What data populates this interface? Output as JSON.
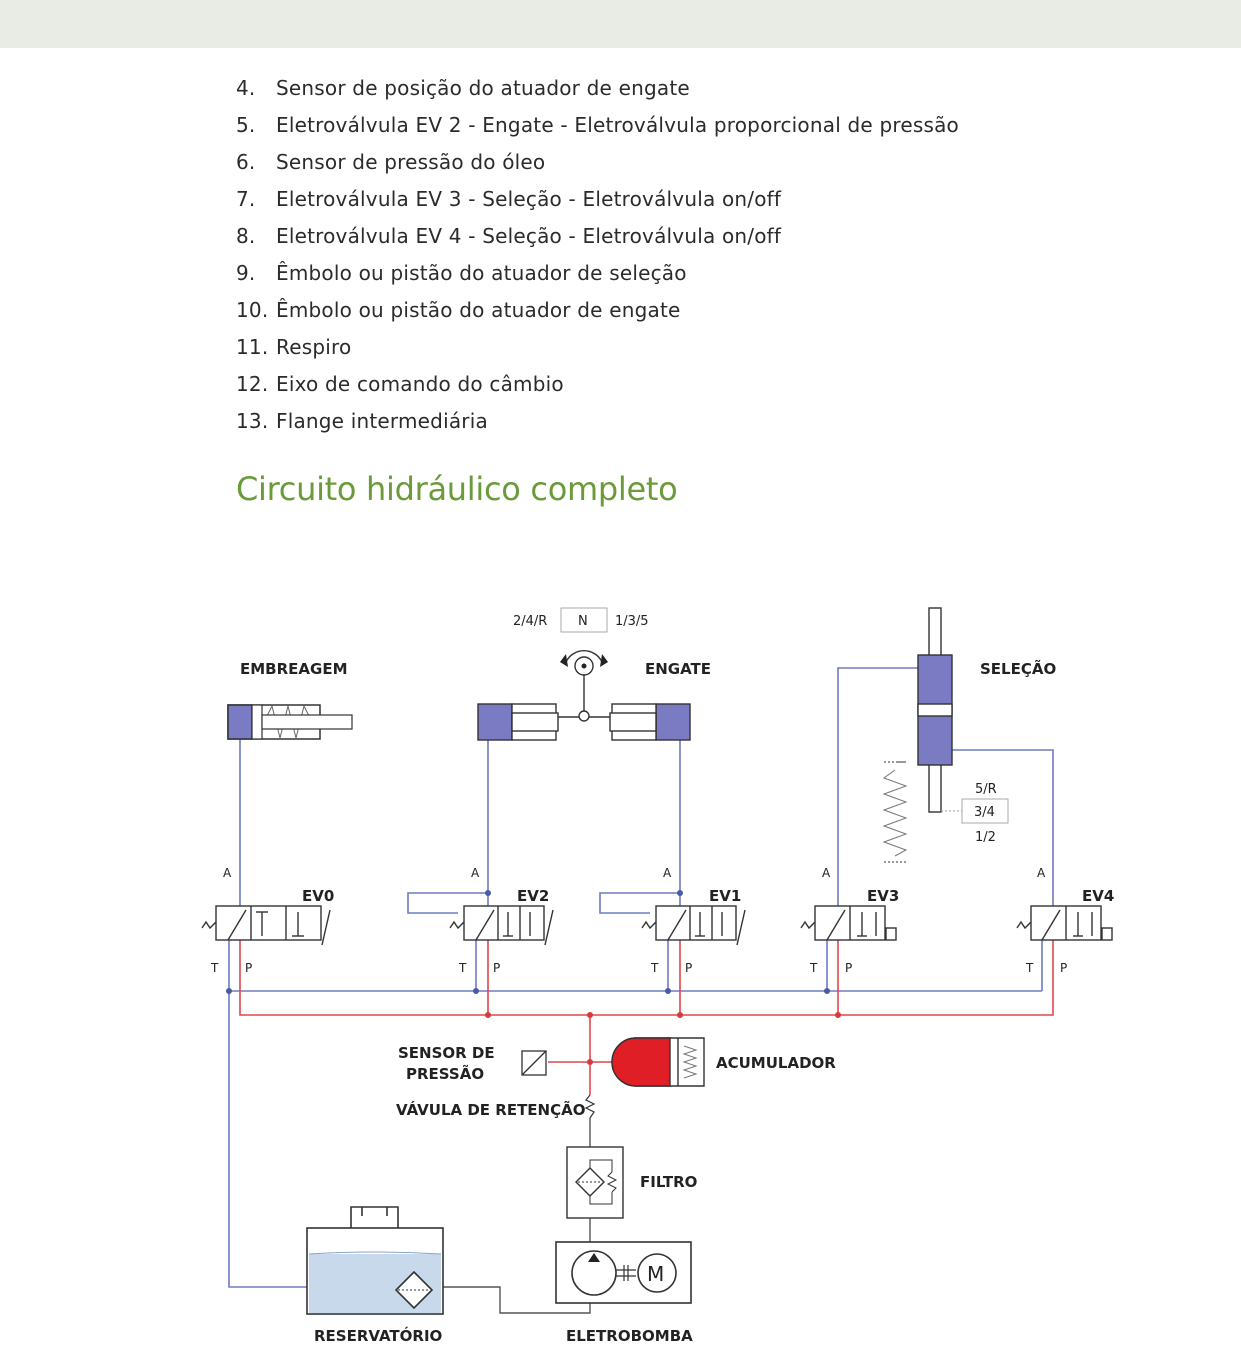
{
  "list_items": [
    {
      "number": "4.",
      "text": "Sensor de posição do atuador de engate"
    },
    {
      "number": "5.",
      "text": "Eletroválvula EV 2 - Engate - Eletroválvula proporcional de pressão"
    },
    {
      "number": "6.",
      "text": "Sensor de pressão do óleo"
    },
    {
      "number": "7.",
      "text": "Eletroválvula EV 3 - Seleção - Eletroválvula on/off"
    },
    {
      "number": "8.",
      "text": "Eletroválvula EV 4 - Seleção - Eletroválvula on/off"
    },
    {
      "number": "9.",
      "text": "Êmbolo ou pistão do atuador de seleção"
    },
    {
      "number": "10.",
      "text": "Êmbolo ou pistão do atuador de engate"
    },
    {
      "number": "11.",
      "text": "Respiro"
    },
    {
      "number": "12.",
      "text": "Eixo de comando do câmbio"
    },
    {
      "number": "13.",
      "text": "Flange intermediária"
    }
  ],
  "section_title": "Circuito hidráulico completo",
  "diagram": {
    "embreagem": "EMBREAGEM",
    "engate": "ENGATE",
    "selecao": "SELEÇÃO",
    "gear_left": "2/4/R",
    "gear_center": "N",
    "gear_right": "1/3/5",
    "sel_top": "5/R",
    "sel_mid": "3/4",
    "sel_bottom": "1/2",
    "port_a": "A",
    "port_t": "T",
    "port_p": "P",
    "ev0": "EV0",
    "ev2": "EV2",
    "ev1": "EV1",
    "ev3": "EV3",
    "ev4": "EV4",
    "sensor_line1": "SENSOR DE",
    "sensor_line2": "PRESSÃO",
    "acumulador": "ACUMULADOR",
    "valvula": "VÁVULA DE RETENÇÃO",
    "filtro": "FILTRO",
    "reservatorio": "RESERVATÓRIO",
    "eletrobomba": "ELETROBOMBA",
    "motor": "M"
  },
  "colors": {
    "title_green": "#6b9a3a",
    "top_band": "#e9ece4",
    "cylinder": "#7b7bc4",
    "pressure_line": "#e0474c",
    "return_line": "#6d7bbf",
    "accumulator": "#e01e26",
    "fluid": "#c8d9ec"
  }
}
